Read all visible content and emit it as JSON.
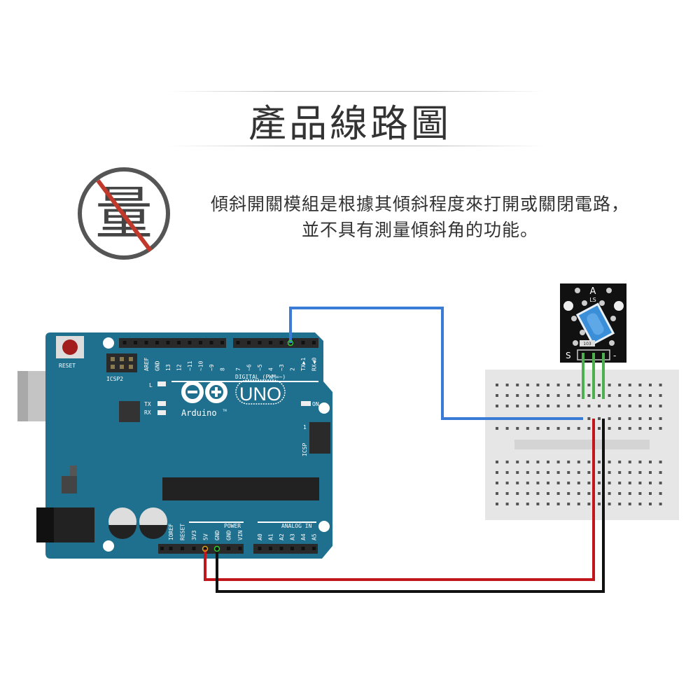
{
  "title": "產品線路圖",
  "description": {
    "line1": "傾斜開關模組是根據其傾斜程度來打開或關閉電路，",
    "line2": "並不具有測量傾斜角的功能。"
  },
  "no_measure_icon": {
    "glyph": "量",
    "icon": "no-measure-prohibited-icon",
    "slash_color": "#c0392b"
  },
  "arduino": {
    "reset_label": "RESET",
    "icsp2_label": "ICSP2",
    "icsp_label": "ICSP",
    "icsp_pin1": "1",
    "digital_label": "DIGITAL (PWM=~)",
    "digital_pins": [
      "AREF",
      "GND",
      "13",
      "12",
      "~11",
      "~10",
      "~9",
      "8",
      "7",
      "~6",
      "~5",
      "4",
      "~3",
      "2",
      "TX▶1",
      "RX◀0"
    ],
    "led_l": "L",
    "led_tx": "TX",
    "led_rx": "RX",
    "on_label": "ON",
    "logo_text": "Arduino",
    "tm": "TM",
    "uno_label": "UNO",
    "power_label": "POWER",
    "power_pins": [
      "IOREF",
      "RESET",
      "3V3",
      "5V",
      "GND",
      "GND",
      "VIN"
    ],
    "analog_label": "ANALOG IN",
    "analog_pins": [
      "A0",
      "A1",
      "A2",
      "A3",
      "A4",
      "A5"
    ],
    "board_color": "#1f6f8f"
  },
  "sensor_module": {
    "top_label": "A",
    "sub_label": "LS",
    "resistor_label": "103",
    "pin_s": "S",
    "pin_minus": "-"
  },
  "wires": {
    "signal": "#3a7bd5",
    "vcc": "#c0161c",
    "gnd": "#111111",
    "module_pins": "#4caf50"
  }
}
